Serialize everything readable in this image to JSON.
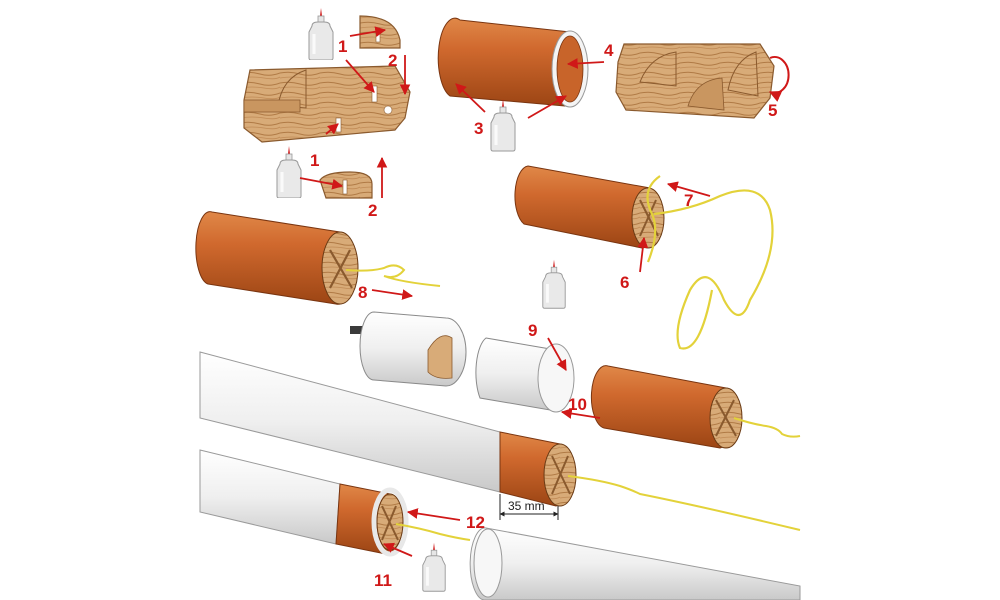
{
  "diagram": {
    "step_labels": [
      "1",
      "2",
      "3",
      "4",
      "5",
      "1",
      "2",
      "6",
      "7",
      "8",
      "9",
      "10",
      "11",
      "12"
    ],
    "dimension_label": "35 mm"
  },
  "colors": {
    "arrow": "#d01818",
    "wood": "#d8ab78",
    "copper": "#c8642a",
    "tube": "#f1f1f1",
    "string": "#e3d23a"
  },
  "icons": [
    "glue-bottle-icon"
  ]
}
